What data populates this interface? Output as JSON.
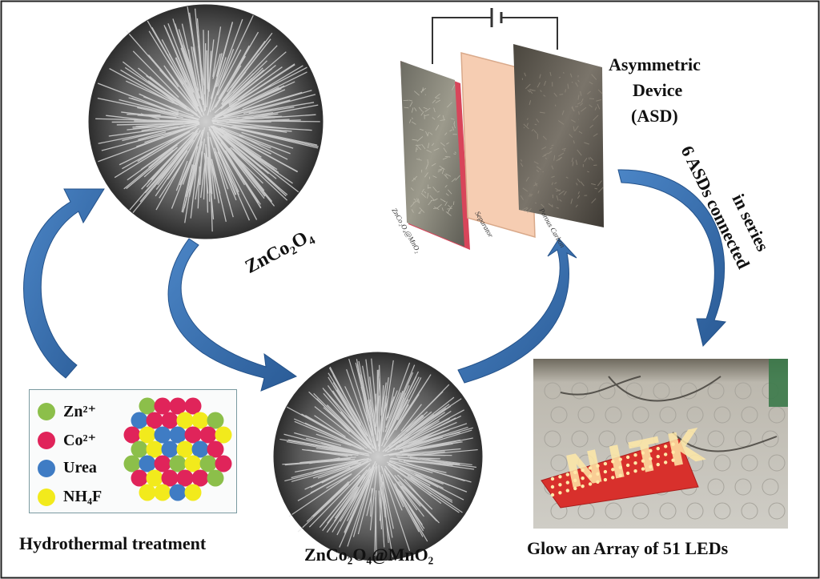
{
  "labels": {
    "asd_line1": "Asymmetric",
    "asd_line2": "Device",
    "asd_line3": "(ASD)",
    "series_line1": "6 ASDs connected",
    "series_line2": "in series",
    "hydrothermal": "Hydrothermal treatment",
    "glow": "Glow an Array of 51 LEDs",
    "znco2o4": "ZnCo₂O₄",
    "znco2o4_mno2": "ZnCo₂O₄@MnO₂",
    "nitk_sign": "NITK"
  },
  "device_panels": {
    "electrode": "ZnCo₂O₄@MnO₂",
    "separator": "Separator",
    "carbon": "Porous Carbon"
  },
  "legend": [
    {
      "name": "Zn²⁺",
      "color": "#8cbf4a"
    },
    {
      "name": "Co²⁺",
      "color": "#e0245a"
    },
    {
      "name": "Urea",
      "color": "#3f7cc4"
    },
    {
      "name": "NH₄F",
      "color": "#f2ea1c"
    }
  ],
  "colors": {
    "arrow": "#3a6fb0",
    "arrow_dark": "#24528a",
    "led_board": "#d8302c",
    "separator": "#f6cdb2",
    "electrode_edge": "#d8455a"
  }
}
